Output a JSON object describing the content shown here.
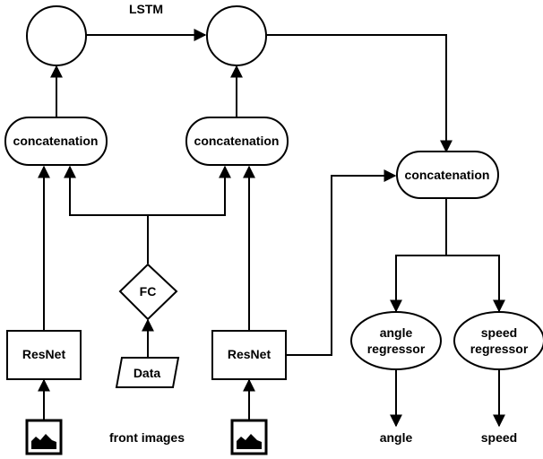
{
  "diagram": {
    "lstm_label": "LSTM",
    "concat_left_label": "concatenation",
    "concat_mid_label": "concatenation",
    "concat_right_label": "concatenation",
    "fc_label": "FC",
    "data_label": "Data",
    "resnet_left_label": "ResNet",
    "resnet_right_label": "ResNet",
    "angle_regressor_line1": "angle",
    "angle_regressor_line2": "regressor",
    "speed_regressor_line1": "speed",
    "speed_regressor_line2": "regressor",
    "front_images_label": "front images",
    "angle_output_label": "angle",
    "speed_output_label": "speed",
    "image_icon_left": "image-icon",
    "image_icon_right": "image-icon"
  }
}
